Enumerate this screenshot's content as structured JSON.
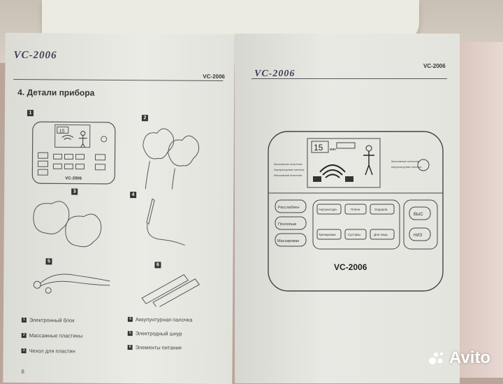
{
  "left_page": {
    "brand": "VC-2006",
    "model": "VC-2006",
    "section_title": "4. Детали прибора",
    "parts": [
      {
        "num": "1",
        "label": "Электронный блок"
      },
      {
        "num": "2",
        "label": "Массажные пластины"
      },
      {
        "num": "3",
        "label": "Чехол для пластин"
      },
      {
        "num": "4",
        "label": "Аккупунтурная палочка"
      },
      {
        "num": "5",
        "label": "Электродный шнур"
      },
      {
        "num": "6",
        "label": "Элементы питания"
      }
    ],
    "device_label": "VC-2006",
    "display_value": "15",
    "page_number": "8"
  },
  "right_page": {
    "brand": "VC-2006",
    "model": "VC-2006",
    "device": {
      "display_value": "15",
      "display_unit": "мин",
      "side_labels": [
        "Массажные пластины",
        "Акупунктурная палочка",
        "Массажный пластина"
      ],
      "left_buttons": [
        "Расслаблен",
        "Похлопыв",
        "Массирован"
      ],
      "middle_buttons": [
        "Акупунктура",
        "Плечи",
        "Оздоров.",
        "Тренировка",
        "Суставы",
        "Для лица"
      ],
      "right_buttons": [
        "ВЫС",
        "НИЗ"
      ],
      "model_label": "VC-2006"
    }
  },
  "watermark": "Avito"
}
